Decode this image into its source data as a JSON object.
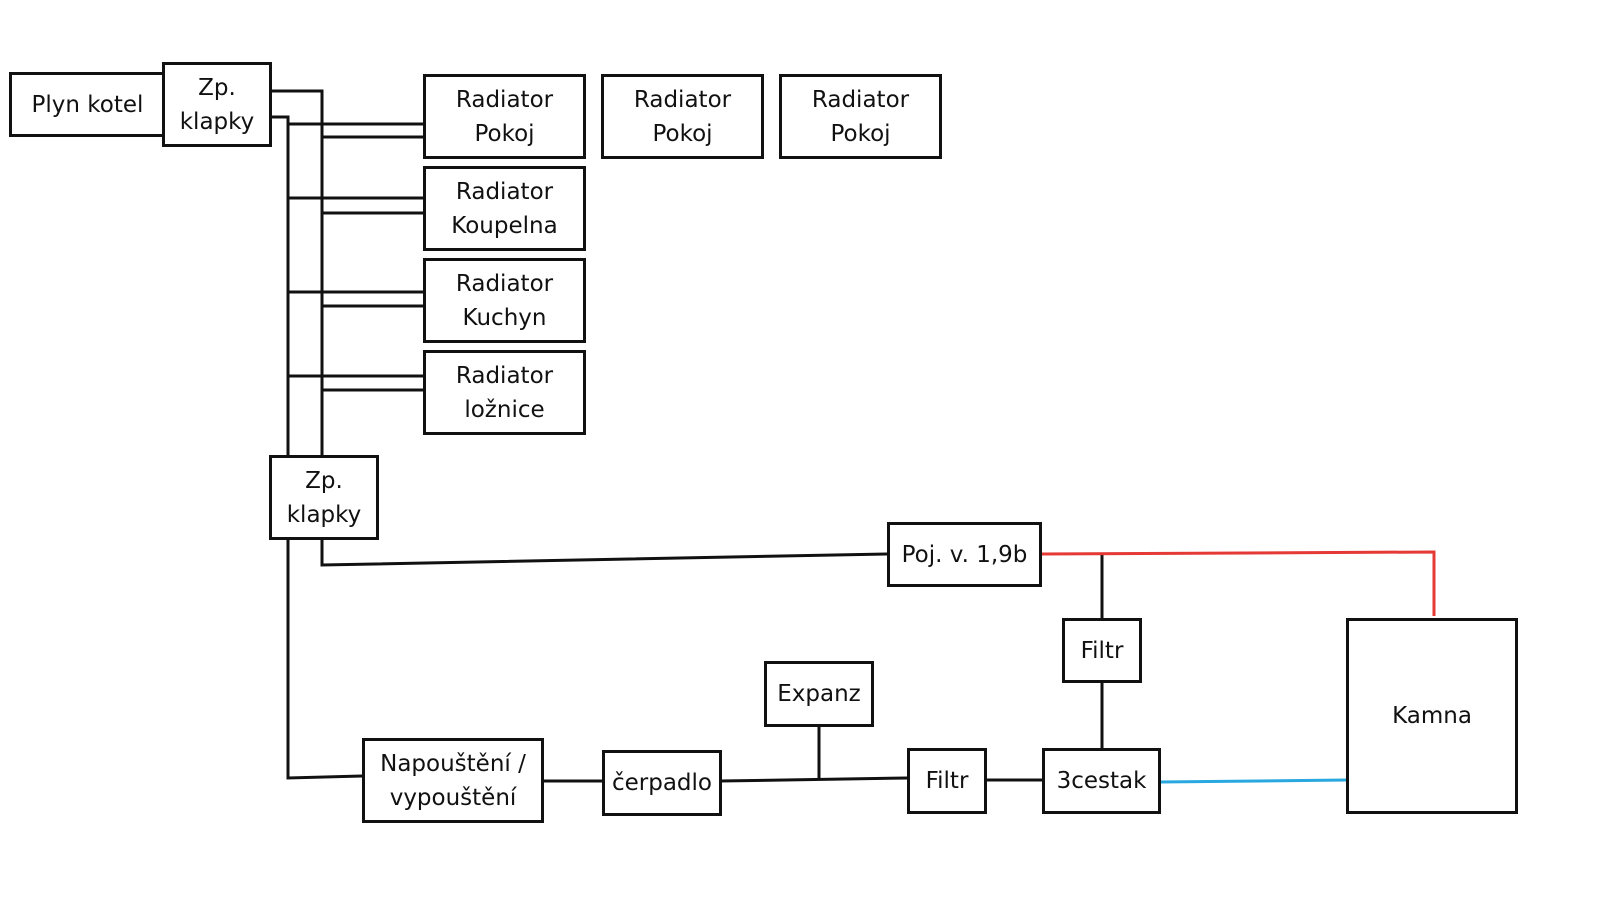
{
  "nodes": {
    "plyn_kotel": [
      "Plyn kotel"
    ],
    "zp_klapky_top": [
      "Zp.",
      "klapky"
    ],
    "radiator_pokoj_1": [
      "Radiator",
      "Pokoj"
    ],
    "radiator_pokoj_2": [
      "Radiator",
      "Pokoj"
    ],
    "radiator_pokoj_3": [
      "Radiator",
      "Pokoj"
    ],
    "radiator_koupelna": [
      "Radiator",
      "Koupelna"
    ],
    "radiator_kuchyn": [
      "Radiator",
      "Kuchyn"
    ],
    "radiator_loznice": [
      "Radiator",
      "ložnice"
    ],
    "zp_klapky_mid": [
      "Zp.",
      "klapky"
    ],
    "poj_ventil": [
      "Poj. v. 1,9b"
    ],
    "filtr_upper": [
      "Filtr"
    ],
    "kamna": [
      "Kamna"
    ],
    "expanz": [
      "Expanz"
    ],
    "napousteni": [
      "Napouštění /",
      "vypouštění"
    ],
    "cerpadlo": [
      "čerpadlo"
    ],
    "filtr_lower": [
      "Filtr"
    ],
    "trojcestak": [
      "3cestak"
    ]
  },
  "colors": {
    "line": "#111111",
    "hot_line": "#e53935",
    "cold_line": "#29a8e0"
  }
}
